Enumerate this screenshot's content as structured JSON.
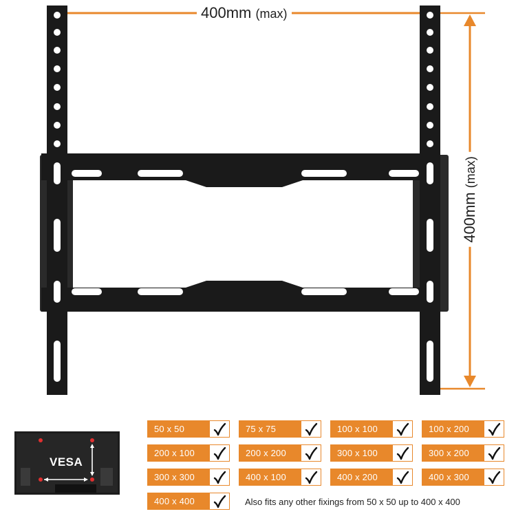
{
  "dimension_horizontal": {
    "value": "400",
    "unit": "mm",
    "qualifier": "(max)"
  },
  "dimension_vertical": {
    "value": "400",
    "unit": "mm",
    "qualifier": "(max)"
  },
  "colors": {
    "accent": "#e8882b",
    "bracket": "#1a1a1a",
    "chip_text": "#ffffff"
  },
  "vesa_badge": {
    "label": "VESA"
  },
  "vesa_sizes": [
    {
      "label": "50 x 50",
      "supported": true
    },
    {
      "label": "75 x 75",
      "supported": true
    },
    {
      "label": "100 x 100",
      "supported": true
    },
    {
      "label": "100 x 200",
      "supported": true
    },
    {
      "label": "200 x 100",
      "supported": true
    },
    {
      "label": "200 x 200",
      "supported": true
    },
    {
      "label": "300 x 100",
      "supported": true
    },
    {
      "label": "300 x 200",
      "supported": true
    },
    {
      "label": "300 x 300",
      "supported": true
    },
    {
      "label": "400 x 100",
      "supported": true
    },
    {
      "label": "400 x 200",
      "supported": true
    },
    {
      "label": "400 x 300",
      "supported": true
    },
    {
      "label": "400 x 400",
      "supported": true
    }
  ],
  "note": "Also fits any other fixings from 50 x 50 up to 400 x 400",
  "icons": {
    "check": "check-icon"
  }
}
